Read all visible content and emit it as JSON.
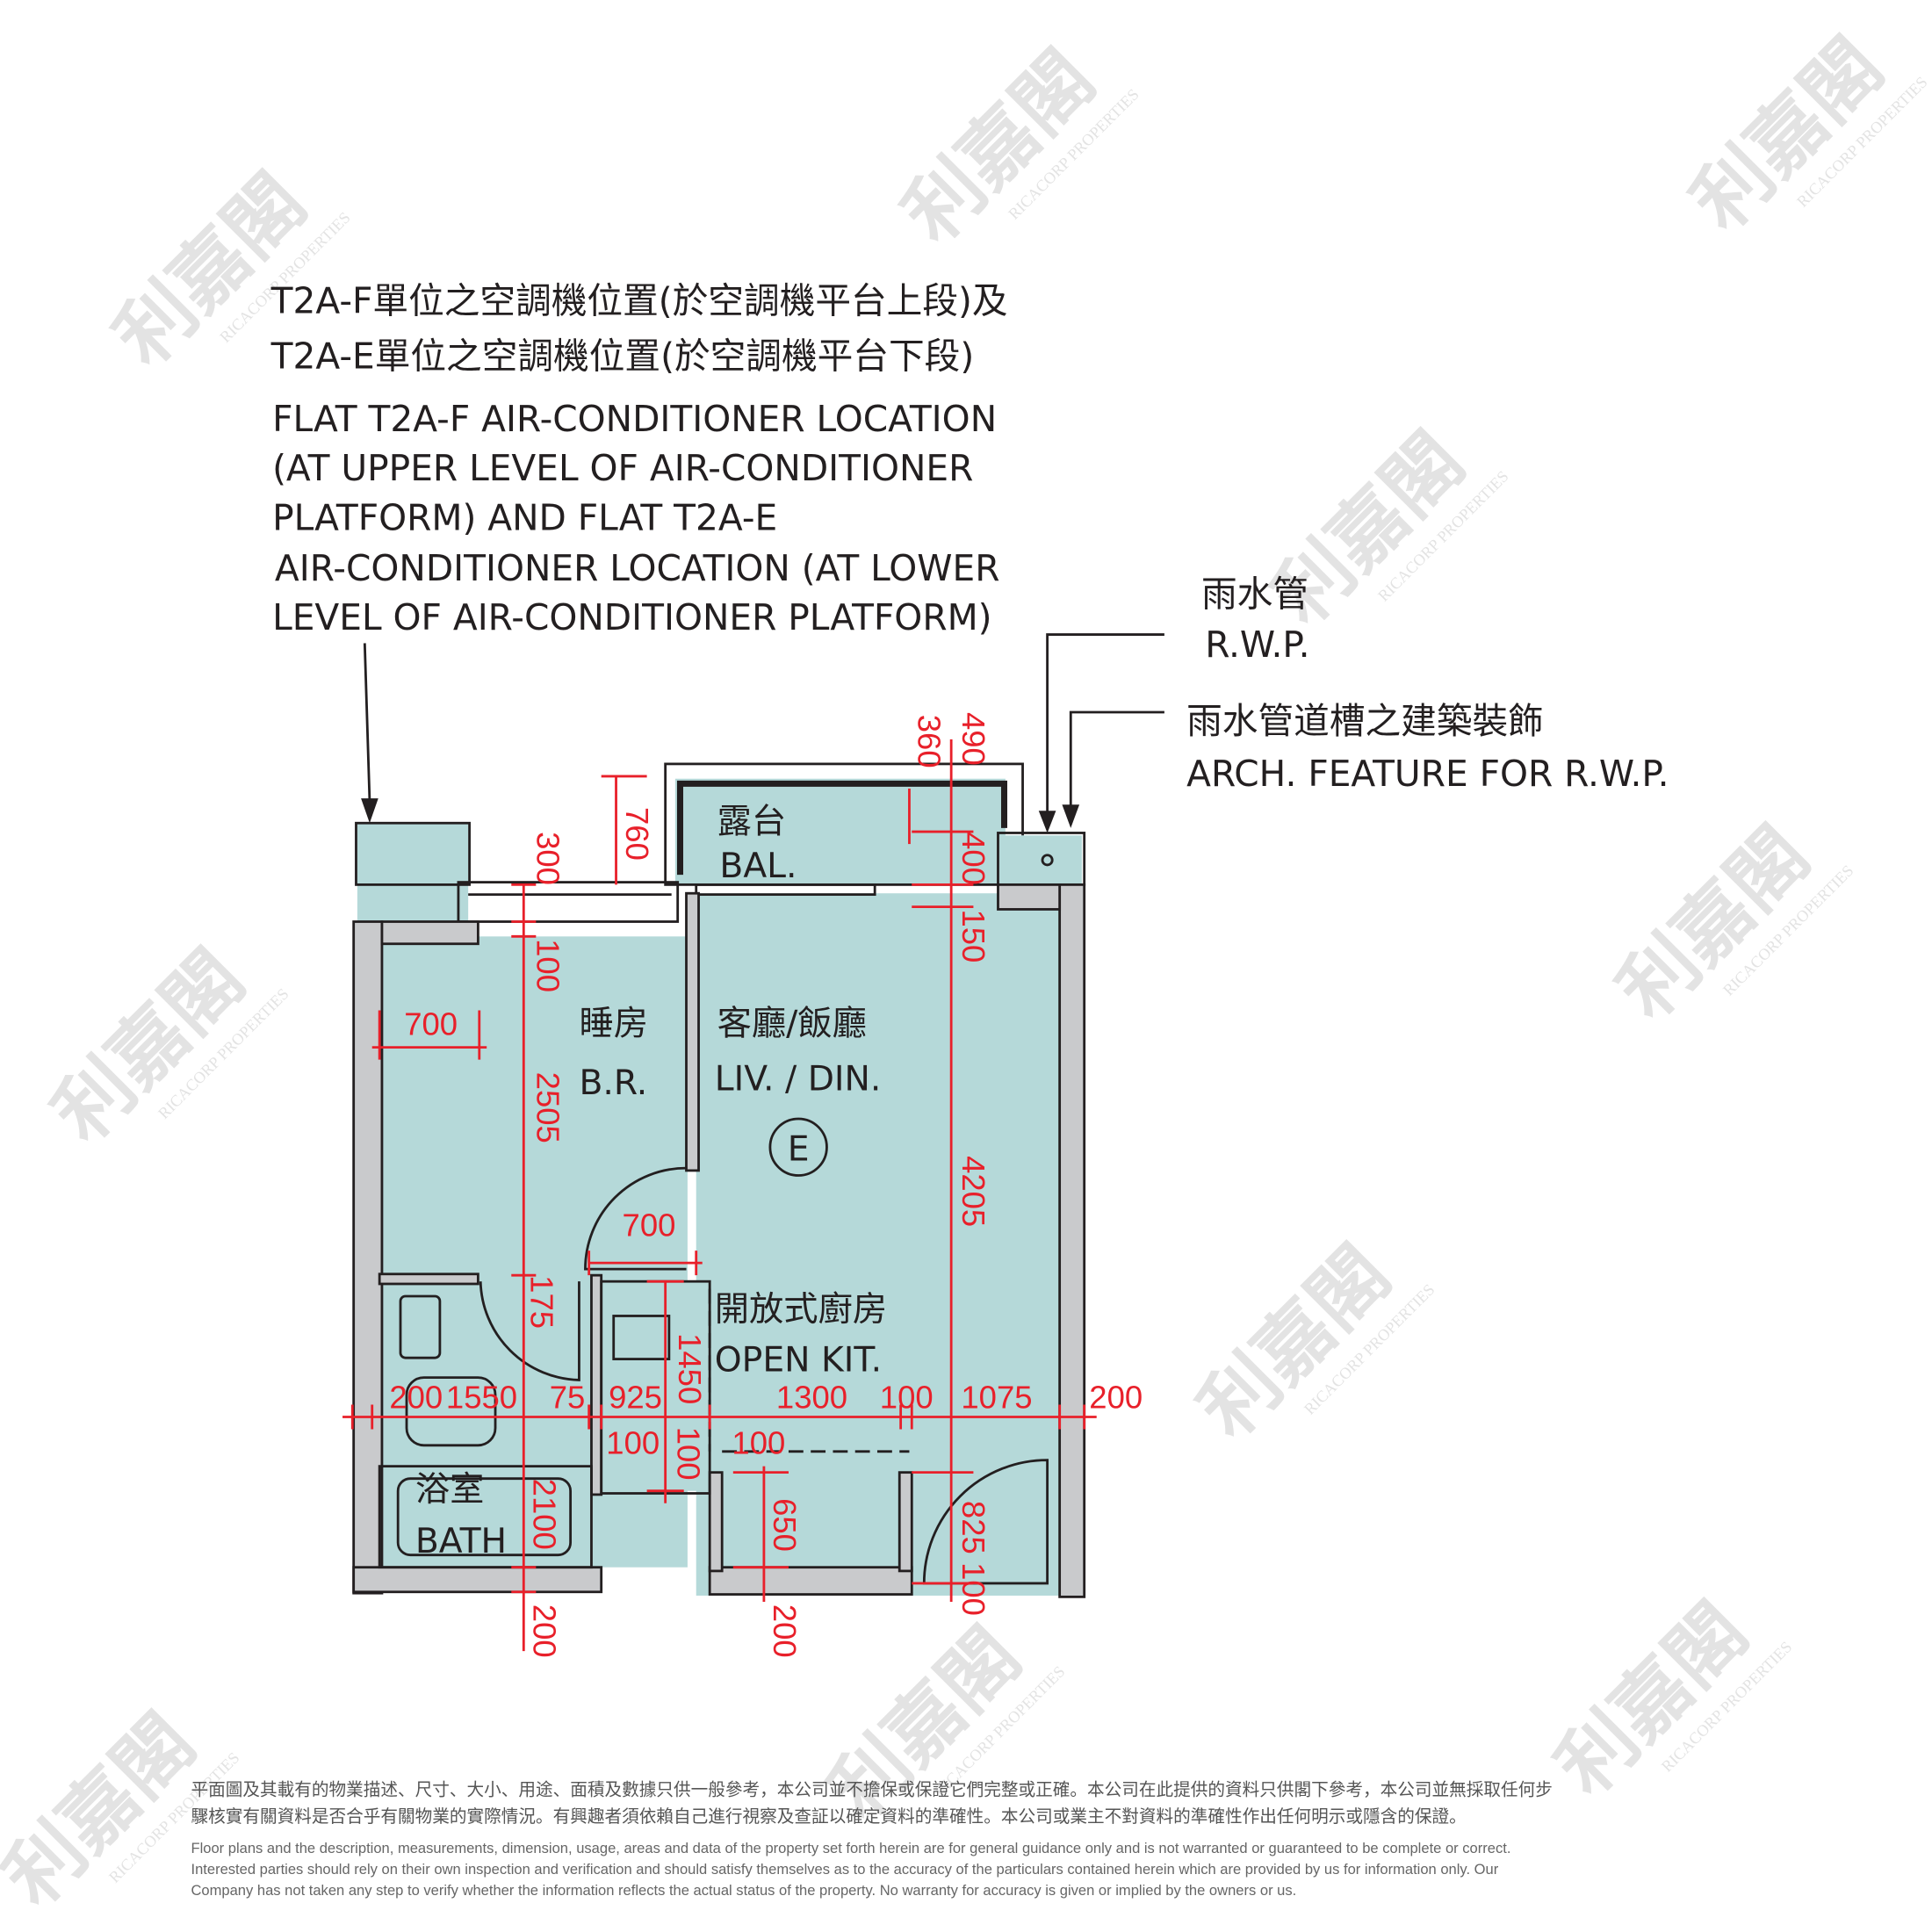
{
  "watermark": {
    "logo_cn": "利嘉閣",
    "logo_en": "RICACORP PROPERTIES"
  },
  "header": {
    "cn_lines": [
      "T2A-F單位之空調機位置(於空調機平台上段)及",
      "T2A-E單位之空調機位置(於空調機平台下段)"
    ],
    "en_lines": [
      "FLAT T2A-F AIR-CONDITIONER LOCATION",
      "(AT UPPER LEVEL OF AIR-CONDITIONER",
      "PLATFORM) AND FLAT T2A-E",
      "AIR-CONDITIONER LOCATION (AT LOWER",
      "LEVEL OF AIR-CONDITIONER PLATFORM)"
    ]
  },
  "callouts": {
    "rwp_cn": "雨水管",
    "rwp_en": "R.W.P.",
    "arch_cn": "雨水管道槽之建築裝飾",
    "arch_en": "ARCH. FEATURE FOR R.W.P."
  },
  "rooms": {
    "balcony_cn": "露台",
    "balcony_en": "BAL.",
    "bedroom_cn": "睡房",
    "bedroom_en": "B.R.",
    "living_cn": "客廳/飯廳",
    "living_en": "LIV. / DIN.",
    "kitchen_cn": "開放式廚房",
    "kitchen_en": "OPEN KIT.",
    "bath_cn": "浴室",
    "bath_en": "BATH",
    "entrance_mark": "E"
  },
  "dimensions": {
    "br_width": "700",
    "d300": "300",
    "d760": "760",
    "d100a": "100",
    "d2505": "2505",
    "d360": "360",
    "d490": "490",
    "d400": "400",
    "d150": "150",
    "d4205": "4205",
    "door700": "700",
    "d175": "175",
    "d1450": "1450",
    "row": [
      "200",
      "1550",
      "75",
      "925",
      "1300",
      "100",
      "1075",
      "200"
    ],
    "d100b": "100",
    "d100c": "100",
    "d100d": "100",
    "d2100": "2100",
    "d650": "650",
    "d825": "825",
    "d100e": "100",
    "d200a": "200",
    "d200b": "200"
  },
  "disclaimer": {
    "cn_lines": [
      "平面圖及其載有的物業描述、尺寸、大小、用途、面積及數據只供一般參考，本公司並不擔保或保證它們完整或正確。本公司在此提供的資料只供閣下參考，本公司並無採取任何步",
      "驟核實有關資料是否合乎有關物業的實際情況。有興趣者須依賴自己進行視察及查証以確定資料的準確性。本公司或業主不對資料的準確性作出任何明示或隱含的保證。"
    ],
    "en_lines": [
      "Floor plans and the description, measurements, dimension, usage, areas and data of the property set forth herein are for general guidance only and is not warranted or guaranteed to be complete or correct.",
      "Interested parties should rely on their own inspection and verification and should satisfy themselves as to the accuracy of the particulars contained herein which are provided by us for information only.  Our",
      "Company has not taken any step to verify whether the information reflects the actual status of the property.  No warranty for accuracy is given or implied by the owners or us."
    ]
  },
  "colors": {
    "dimension": "#e8202a",
    "room_fill": "#b5d9d9",
    "wall": "#c9cacc"
  }
}
